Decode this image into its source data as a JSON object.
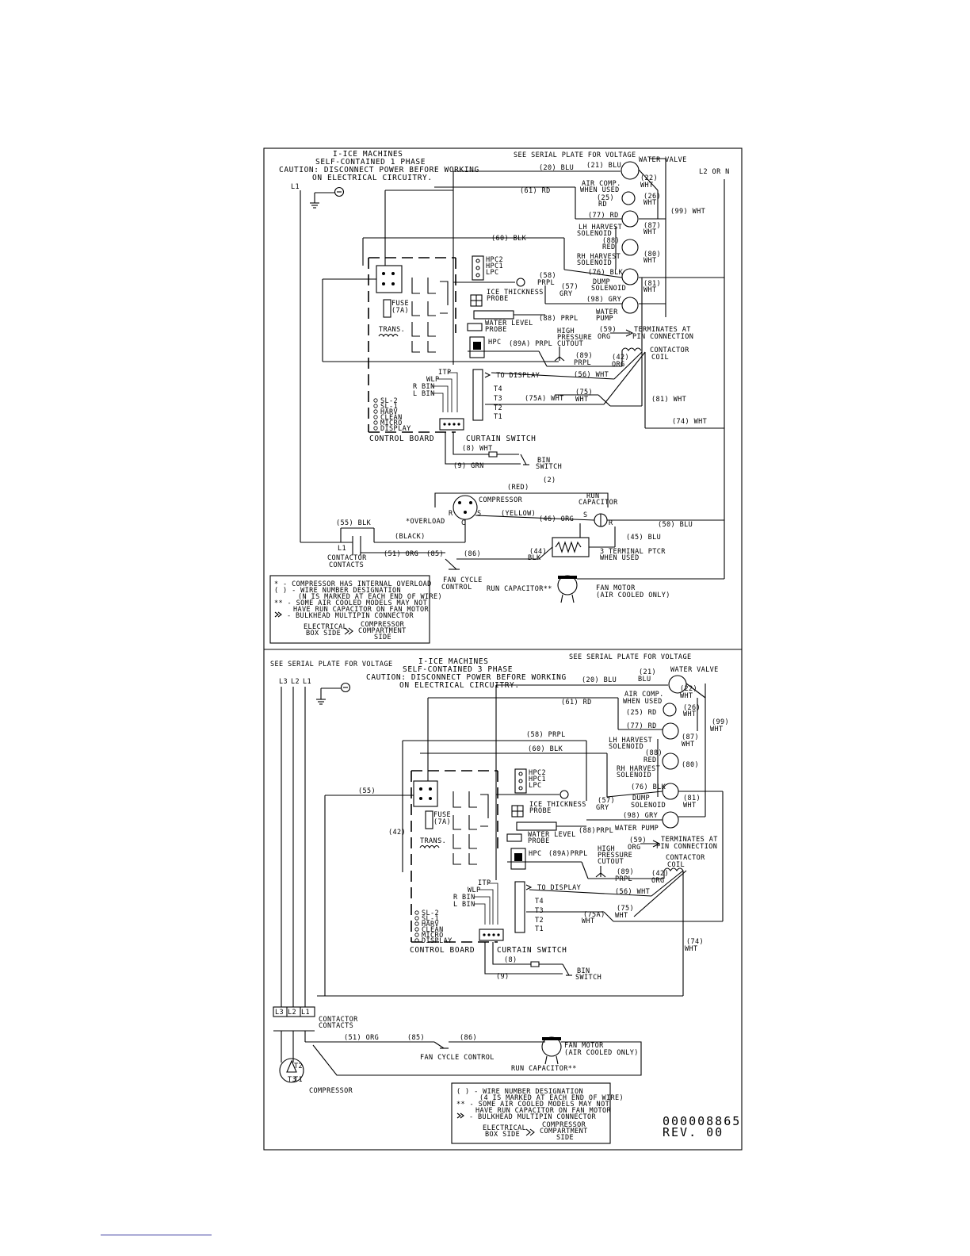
{
  "diagram1": {
    "title_lines": [
      "I-ICE MACHINES",
      "SELF-CONTAINED 1 PHASE",
      "CAUTION: DISCONNECT POWER BEFORE WORKING",
      "ON ELECTRICAL CIRCUITRY."
    ],
    "serial_note": "SEE SERIAL PLATE FOR VOLTAGE",
    "line_l1": "L1",
    "line_l2": "L2 OR N",
    "water_valve": "WATER VALVE",
    "air_comp_lines": [
      "AIR COMP.",
      "WHEN USED"
    ],
    "lh_lines": [
      "LH HARVEST",
      "SOLENOID"
    ],
    "rh_lines": [
      "RH HARVEST",
      "SOLENOID"
    ],
    "dump_lines": [
      "DUMP",
      "SOLENOID"
    ],
    "pump_lines": [
      "WATER",
      "PUMP"
    ],
    "ice_probe_lines": [
      "ICE THICKNESS",
      "PROBE"
    ],
    "water_probe_lines": [
      "WATER LEVEL",
      "PROBE"
    ],
    "hpc": "HPC",
    "hp_cutout_lines": [
      "HIGH",
      "PRESSURE",
      "CUTOUT"
    ],
    "terminates_lines": [
      "TERMINATES AT",
      "PIN CONNECTION"
    ],
    "contactor_coil_lines": [
      "CONTACTOR",
      "COIL"
    ],
    "fuse_lines": [
      "FUSE",
      "(7A)"
    ],
    "trans": "TRANS.",
    "to_display": "TO DISPLAY",
    "terms": [
      "T4",
      "T3",
      "T2",
      "T1"
    ],
    "probe_inputs": [
      "ITP",
      "WLP",
      "R BIN",
      "L BIN"
    ],
    "connector_pins": [
      "HPC2",
      "HPC1",
      "LPC"
    ],
    "leds": [
      "SL-2",
      "SL-1",
      "HARV",
      "CLEAN",
      "MICRO",
      "DISPLAY"
    ],
    "control_board": "CONTROL BOARD",
    "curtain_switch": "CURTAIN SWITCH",
    "bin_switch_lines": [
      "BIN",
      "SWITCH"
    ],
    "compressor": "COMPRESSOR",
    "run_capacitor_lines": [
      "RUN",
      "CAPACITOR"
    ],
    "overload": "*OVERLOAD",
    "ptcr_lines": [
      "3 TERMINAL PTCR",
      "WHEN USED"
    ],
    "contactor_contacts_lines": [
      "CONTACTOR",
      "CONTACTS"
    ],
    "fan_cycle_lines": [
      "FAN CYCLE",
      "CONTROL"
    ],
    "run_cap_fan": "RUN CAPACITOR**",
    "fan_motor_lines": [
      "FAN MOTOR",
      "(AIR COOLED ONLY)"
    ],
    "terminal_r": "R",
    "terminal_s": "S",
    "terminal_c": "C",
    "wires": {
      "w20": "(20) BLU",
      "w21": "(21) BLU",
      "w22": "(22)",
      "w22c": "WHT",
      "w61": "(61) RD",
      "w25": "(25)",
      "w25c": "RD",
      "w26": "(26)",
      "w26c": "WHT",
      "w77": "(77) RD",
      "w87": "(87)",
      "w87c": "WHT",
      "w99": "(99) WHT",
      "w60": "(60) BLK",
      "w88a": "(88)",
      "w88ac": "RED",
      "w80": "(80)",
      "w80c": "WHT",
      "w58": "(58)",
      "w58c": "PRPL",
      "w57": "(57)",
      "w57c": "GRY",
      "w76": "(76) BLK",
      "w81": "(81)",
      "w81c": "WHT",
      "w98": "(98) GRY",
      "w88": "(88) PRPL",
      "w59": "(59)",
      "w59c": "ORG",
      "w89a": "(89A) PRPL",
      "w89": "(89)",
      "w89c": "PRPL",
      "w42": "(42)",
      "w42c": "ORG",
      "w56": "(56) WHT",
      "w75": "(75)",
      "w75c": "WHT",
      "w75a": "(75A) WHT",
      "w81b": "(81) WHT",
      "w74": "(74) WHT",
      "w8": "(8) WHT",
      "w9": "(9) GRN",
      "w2": "(2)",
      "red": "(RED)",
      "yellow": "(YELLOW)",
      "black": "(BLACK)",
      "w46": "(46) ORG",
      "w45": "(45) BLU",
      "w50": "(50) BLU",
      "w55": "(55) BLK",
      "w51": "(51) ORG",
      "w85": "(85)",
      "w86": "(86)",
      "w44": "(44)",
      "w44c": "BLK"
    },
    "legend_lines": [
      "*  - COMPRESSOR HAS INTERNAL OVERLOAD",
      "( ) - WIRE NUMBER DESIGNATION",
      "(N IS MARKED AT EACH END OF WIRE)",
      "** - SOME AIR COOLED MODELS MAY NOT",
      "HAVE RUN CAPACITOR ON FAN MOTOR",
      "- BULKHEAD MULTIPIN CONNECTOR"
    ],
    "legend_box_side_lines": [
      "ELECTRICAL",
      "BOX SIDE"
    ],
    "legend_comp_side_lines": [
      "COMPRESSOR",
      "COMPARTMENT",
      "SIDE"
    ]
  },
  "diagram2": {
    "serial_note_left": "SEE SERIAL PLATE FOR VOLTAGE",
    "serial_note_right": "SEE SERIAL PLATE FOR VOLTAGE",
    "title_lines": [
      "I-ICE MACHINES",
      "SELF-CONTAINED 3 PHASE",
      "CAUTION: DISCONNECT POWER BEFORE WORKING",
      "ON ELECTRICAL CIRCUITRY."
    ],
    "lines": [
      "L3",
      "L2",
      "L1"
    ],
    "water_valve": "WATER VALVE",
    "air_comp_lines": [
      "AIR COMP.",
      "WHEN USED"
    ],
    "lh_lines": [
      "LH HARVEST",
      "SOLENOID"
    ],
    "rh_lines": [
      "RH HARVEST",
      "SOLENOID"
    ],
    "dump_lines": [
      "DUMP",
      "SOLENOID"
    ],
    "water_pump": "WATER PUMP",
    "ice_probe_lines": [
      "ICE THICKNESS",
      "PROBE"
    ],
    "water_probe_lines": [
      "WATER LEVEL",
      "PROBE"
    ],
    "hpc": "HPC",
    "hp_cutout_lines": [
      "HIGH",
      "PRESSURE",
      "CUTOUT"
    ],
    "terminates_lines": [
      "TERMINATES AT",
      "PIN CONNECTION"
    ],
    "contactor_coil_lines": [
      "CONTACTOR",
      "COIL"
    ],
    "fuse_lines": [
      "FUSE",
      "(7A)"
    ],
    "trans": "TRANS.",
    "to_display": "TO DISPLAY",
    "terms": [
      "T4",
      "T3",
      "T2",
      "T1"
    ],
    "probe_inputs": [
      "ITP",
      "WLP",
      "R BIN",
      "L BIN"
    ],
    "connector_pins": [
      "HPC2",
      "HPC1",
      "LPC"
    ],
    "leds": [
      "SL-2",
      "SL-1",
      "HARV",
      "CLEAN",
      "MICRO",
      "DISPLAY"
    ],
    "control_board": "CONTROL BOARD",
    "curtain_switch": "CURTAIN SWITCH",
    "bin_switch_lines": [
      "BIN",
      "SWITCH"
    ],
    "contactor_contacts_lines": [
      "CONTACTOR",
      "CONTACTS"
    ],
    "contact_labels": [
      "L3",
      "L2",
      "L1"
    ],
    "fan_cycle_control": "FAN CYCLE CONTROL",
    "run_cap_fan": "RUN CAPACITOR**",
    "fan_motor_lines": [
      "FAN MOTOR",
      "(AIR COOLED ONLY)"
    ],
    "compressor": "COMPRESSOR",
    "motor_terms": [
      "T2",
      "T3",
      "T1"
    ],
    "wires": {
      "w20": "(20) BLU",
      "w21": "(21)",
      "w21c": "BLU",
      "w22": "(22)",
      "w22c": "WHT",
      "w61": "(61) RD",
      "w25": "(25) RD",
      "w26": "(26)",
      "w26c": "WHT",
      "w77": "(77) RD",
      "w87": "(87)",
      "w87c": "WHT",
      "w99": "(99)",
      "w99c": "WHT",
      "w58": "(58) PRPL",
      "w60": "(60) BLK",
      "w88a": "(88)",
      "w88ac": "RED",
      "w80": "(80)",
      "w76": "(76) BLK",
      "w81": "(81)",
      "w81c": "WHT",
      "w55": "(55)",
      "w57": "(57)",
      "w57c": "GRY",
      "w98": "(98) GRY",
      "w42a": "(42)",
      "w88": "(88)PRPL",
      "w59": "(59)",
      "w59c": "ORG",
      "w89a": "(89A)PRPL",
      "w89": "(89)",
      "w89c": "PRPL",
      "w42": "(42)",
      "w42c": "ORG",
      "w56": "(56) WHT",
      "w75": "(75)",
      "w75c": "WHT",
      "w75a": "(75A)",
      "w75ac": "WHT",
      "w74": "(74)",
      "w74c": "WHT",
      "w8": "(8)",
      "w9": "(9)",
      "w51": "(51) ORG",
      "w85": "(85)",
      "w86": "(86)"
    },
    "legend_lines": [
      "( ) - WIRE NUMBER DESIGNATION",
      "(4 IS MARKED AT EACH END OF WIRE)",
      "** - SOME AIR COOLED MODELS MAY NOT",
      "HAVE RUN CAPACITOR ON FAN MOTOR",
      "- BULKHEAD MULTIPIN CONNECTOR"
    ],
    "legend_box_side_lines": [
      "ELECTRICAL",
      "BOX SIDE"
    ],
    "legend_comp_side_lines": [
      "COMPRESSOR",
      "COMPARTMENT",
      "SIDE"
    ],
    "doc_number": "000008865",
    "revision": "REV. 00"
  }
}
